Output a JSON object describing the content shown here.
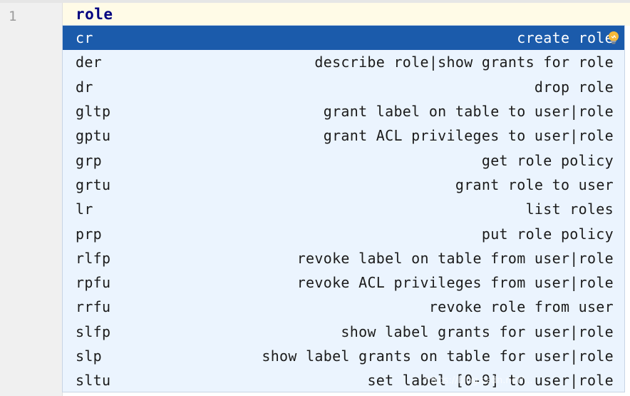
{
  "editor": {
    "line_number": "1",
    "code_text": "role"
  },
  "completion": {
    "items": [
      {
        "abbr": "cr",
        "description": "create role",
        "selected": true
      },
      {
        "abbr": "der",
        "description": "describe role|show grants for role",
        "selected": false
      },
      {
        "abbr": "dr",
        "description": "drop role",
        "selected": false
      },
      {
        "abbr": "gltp",
        "description": "grant label on table to user|role",
        "selected": false
      },
      {
        "abbr": "gptu",
        "description": "grant ACL privileges to user|role",
        "selected": false
      },
      {
        "abbr": "grp",
        "description": "get role policy",
        "selected": false
      },
      {
        "abbr": "grtu",
        "description": "grant role to user",
        "selected": false
      },
      {
        "abbr": "lr",
        "description": "list roles",
        "selected": false
      },
      {
        "abbr": "prp",
        "description": "put role policy",
        "selected": false
      },
      {
        "abbr": "rlfp",
        "description": "revoke label on table from user|role",
        "selected": false
      },
      {
        "abbr": "rpfu",
        "description": "revoke ACL privileges from user|role",
        "selected": false
      },
      {
        "abbr": "rrfu",
        "description": "revoke role from user",
        "selected": false
      },
      {
        "abbr": "slfp",
        "description": "show label grants for user|role",
        "selected": false
      },
      {
        "abbr": "slp",
        "description": "show label grants on table for user|role",
        "selected": false
      },
      {
        "abbr": "sltu",
        "description": "set label [0-9] to user|role",
        "selected": false
      }
    ],
    "bulb_icon": "lightbulb-icon"
  },
  "watermark": "https://blog.csdn.net/...",
  "colors": {
    "selection": "#1b5bab",
    "popup_background": "#ebf4fe",
    "current_line": "#fffbe7",
    "keyword": "#000080",
    "bulb": "#f4b93a"
  }
}
